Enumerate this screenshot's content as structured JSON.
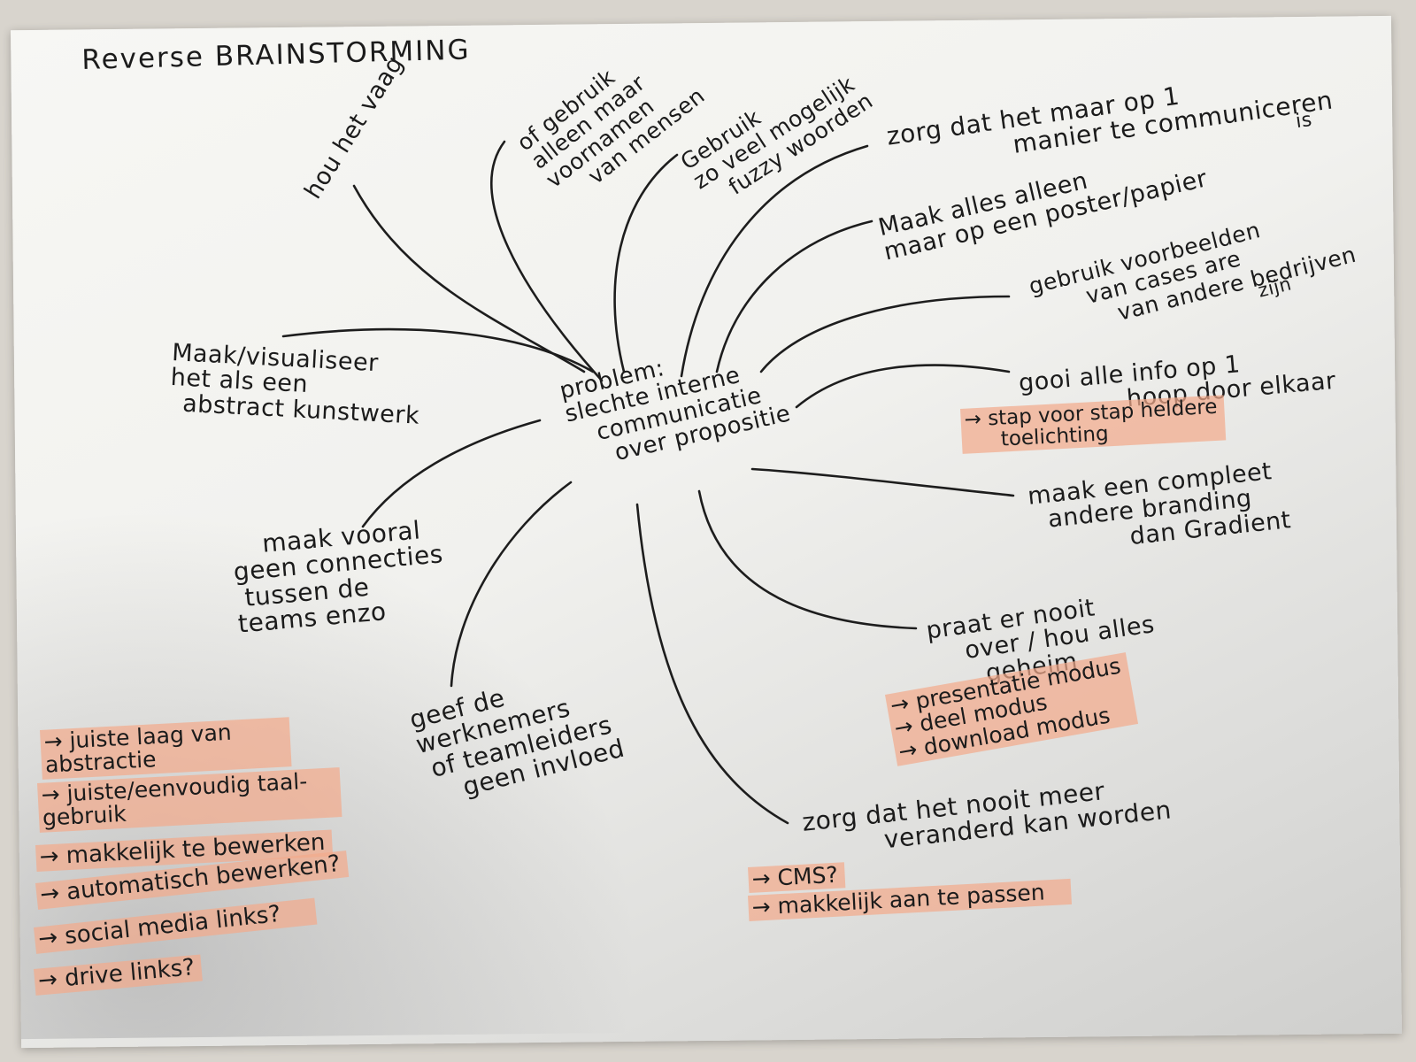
{
  "title": "Reverse BRAINSTORMING",
  "center": [
    "problem:",
    "slechte interne",
    "communicatie",
    "over propositie"
  ],
  "branches": {
    "vaag": "hou het vaag",
    "voornamen": [
      "of gebruik",
      "alleen maar",
      "voornamen",
      "van mensen"
    ],
    "fuzzy": [
      "Gebruik",
      "zo veel mogelijk",
      "fuzzy woorden"
    ],
    "een_manier": [
      "zorg dat het maar op 1",
      "manier te communiceren",
      "is"
    ],
    "poster": [
      "Maak alles alleen",
      "maar op een poster/papier"
    ],
    "voorbeelden": [
      "gebruik voorbeelden",
      "van cases are",
      "van andere bedrijven",
      "zijn"
    ],
    "info": [
      "gooi alle info op 1",
      "hoop door elkaar"
    ],
    "branding": [
      "maak een compleet",
      "andere branding",
      "dan Gradient"
    ],
    "geheim": [
      "praat er nooit",
      "over / hou alles",
      "geheim"
    ],
    "nooit_veranderen": [
      "zorg dat het nooit meer",
      "veranderd kan worden"
    ],
    "invloed": [
      "geef de",
      "werknemers",
      "of teamleiders",
      "geen invloed"
    ],
    "connecties": [
      "maak vooral",
      "geen connecties",
      "tussen de",
      "teams enzo"
    ],
    "kunstwerk": [
      "Maak/visualiseer",
      "het als een",
      "abstract kunstwerk"
    ]
  },
  "solutions": {
    "info": [
      "→ stap voor stap heldere",
      "toelichting"
    ],
    "geheim": [
      "→ presentatie modus",
      "→ deel modus",
      "→ download modus"
    ],
    "nooit_veranderen": [
      "→ CMS?",
      "→ makkelijk aan te passen"
    ],
    "bottom_left": [
      "→ juiste laag van abstractie",
      "→ juiste/eenvoudig taal- gebruik",
      "→ makkelijk te bewerken",
      "→ automatisch bewerken?",
      "→ social media links?",
      "→ drive links?"
    ]
  },
  "colors": {
    "paper": "#f4f4f1",
    "ink": "#1b1b1b",
    "highlight": "#f3aa8c"
  }
}
